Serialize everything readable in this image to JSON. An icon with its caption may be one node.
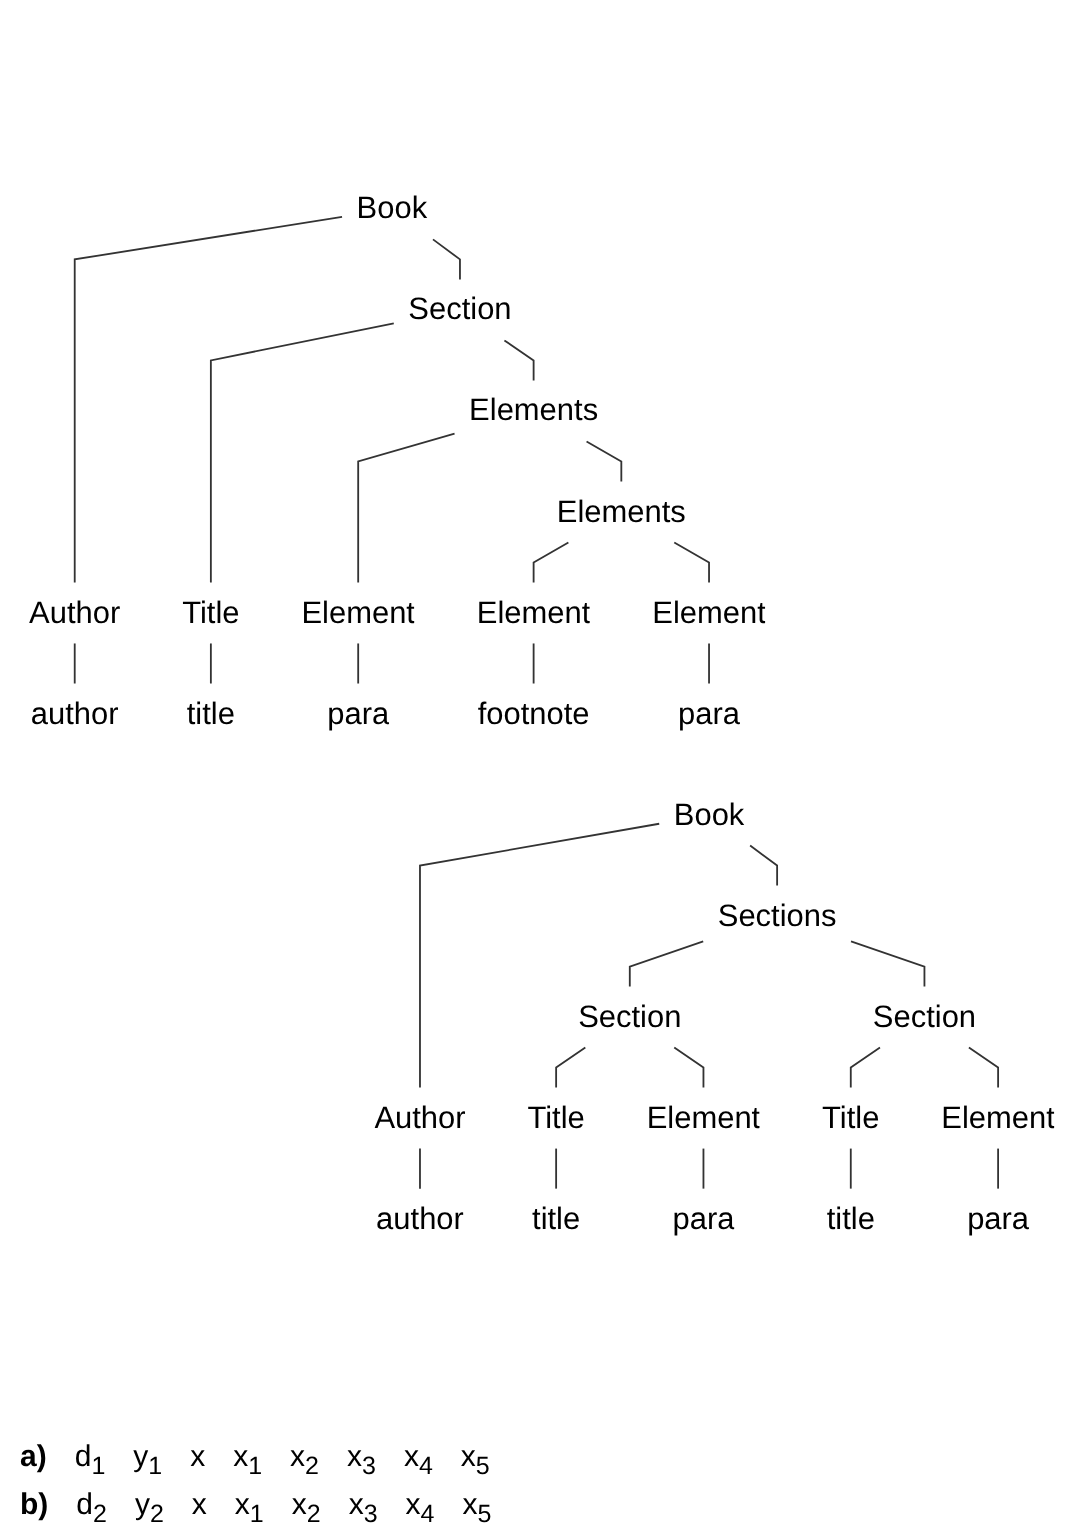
{
  "diagram": {
    "nodes": [
      {
        "text": [
          "Book"
        ]
      },
      {
        "text": [
          "Section"
        ]
      },
      {
        "text": [
          "Elements"
        ]
      },
      {
        "text": [
          "Elements"
        ]
      },
      {
        "text": [
          "Author"
        ]
      },
      {
        "text": [
          "Title"
        ]
      },
      {
        "text": [
          "Element"
        ]
      },
      {
        "text": [
          "Element"
        ]
      },
      {
        "text": [
          "Element"
        ]
      },
      {
        "text": [
          "author"
        ]
      },
      {
        "text": [
          "title"
        ]
      },
      {
        "text": [
          "para"
        ]
      },
      {
        "text": [
          "footnote"
        ]
      },
      {
        "text": [
          "para"
        ]
      },
      {
        "text": [
          "Book"
        ]
      },
      {
        "text": [
          "Sections"
        ]
      },
      {
        "text": [
          "Section"
        ]
      },
      {
        "text": [
          "Section"
        ]
      },
      {
        "text": [
          "Author"
        ]
      },
      {
        "text": [
          "Title"
        ]
      },
      {
        "text": [
          "Element"
        ]
      },
      {
        "text": [
          "Title"
        ]
      },
      {
        "text": [
          "Element"
        ]
      },
      {
        "text": [
          "author"
        ]
      },
      {
        "text": [
          "title"
        ]
      },
      {
        "text": [
          "para"
        ]
      },
      {
        "text": [
          "title"
        ]
      },
      {
        "text": [
          "para"
        ]
      }
    ],
    "edges": [
      {
        "from": 0,
        "to": 4,
        "arrow": "none"
      },
      {
        "from": 0,
        "to": 1,
        "arrow": "none"
      },
      {
        "from": 1,
        "to": 5,
        "arrow": "none"
      },
      {
        "from": 1,
        "to": 2,
        "arrow": "none"
      },
      {
        "from": 2,
        "to": 6,
        "arrow": "none"
      },
      {
        "from": 2,
        "to": 3,
        "arrow": "none"
      },
      {
        "from": 3,
        "to": 7,
        "arrow": "none"
      },
      {
        "from": 3,
        "to": 8,
        "arrow": "none"
      },
      {
        "from": 4,
        "to": 9,
        "arrow": "none"
      },
      {
        "from": 5,
        "to": 10,
        "arrow": "none"
      },
      {
        "from": 6,
        "to": 11,
        "arrow": "none"
      },
      {
        "from": 7,
        "to": 12,
        "arrow": "none"
      },
      {
        "from": 8,
        "to": 13,
        "arrow": "none"
      },
      {
        "from": 14,
        "to": 18,
        "arrow": "none"
      },
      {
        "from": 14,
        "to": 15,
        "arrow": "none"
      },
      {
        "from": 15,
        "to": 16,
        "arrow": "none"
      },
      {
        "from": 15,
        "to": 17,
        "arrow": "none"
      },
      {
        "from": 16,
        "to": 19,
        "arrow": "none"
      },
      {
        "from": 16,
        "to": 20,
        "arrow": "none"
      },
      {
        "from": 17,
        "to": 21,
        "arrow": "none"
      },
      {
        "from": 17,
        "to": 22,
        "arrow": "none"
      },
      {
        "from": 18,
        "to": 23,
        "arrow": "none"
      },
      {
        "from": 19,
        "to": 24,
        "arrow": "none"
      },
      {
        "from": 20,
        "to": 25,
        "arrow": "none"
      },
      {
        "from": 21,
        "to": 26,
        "arrow": "none"
      },
      {
        "from": 22,
        "to": 27,
        "arrow": "none"
      }
    ],
    "labels": [
      "a)",
      "d$_{1}$",
      "y$_{1}$",
      "x",
      "x$_{1}$",
      "x$_{2}$",
      "x$_{3}$",
      "x$_{4}$",
      "x$_{5}$",
      "b)",
      "d$_{2}$",
      "y$_{2}$",
      "x",
      "x$_{1}$",
      "x$_{2}$",
      "x$_{3}$",
      "x$_{4}$",
      "x$_{5}$"
    ]
  }
}
